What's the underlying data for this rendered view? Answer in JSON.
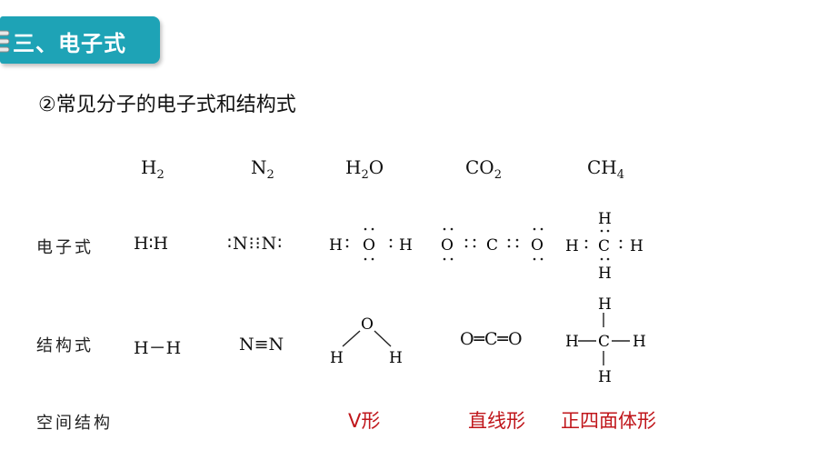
{
  "header": {
    "title": "三、电子式"
  },
  "subtitle": "②常见分子的电子式和结构式",
  "row_labels": {
    "electron": "电子式",
    "structural": "结构式",
    "spatial": "空间结构"
  },
  "molecules": {
    "h2": {
      "base": "H",
      "sub": "2",
      "suffix": ""
    },
    "n2": {
      "base": "N",
      "sub": "2",
      "suffix": ""
    },
    "h2o": {
      "base": "H",
      "sub": "2",
      "suffix": "O"
    },
    "co2": {
      "base": "CO",
      "sub": "2",
      "suffix": ""
    },
    "ch4": {
      "base": "CH",
      "sub": "4",
      "suffix": ""
    }
  },
  "electron_formulas": {
    "h2": "H∶H",
    "n2": "∶N⁝⁝N∶"
  },
  "structural_formulas": {
    "h2": "H－H",
    "n2": "N≡N",
    "co2": "O═C═O"
  },
  "atoms": {
    "h": "H",
    "o": "O",
    "c": "C"
  },
  "spatial": {
    "h2o": "V形",
    "co2": "直线形",
    "ch4": "正四面体形"
  },
  "colors": {
    "header_bg": "#1ea3b6",
    "accent_red": "#c0161b"
  }
}
